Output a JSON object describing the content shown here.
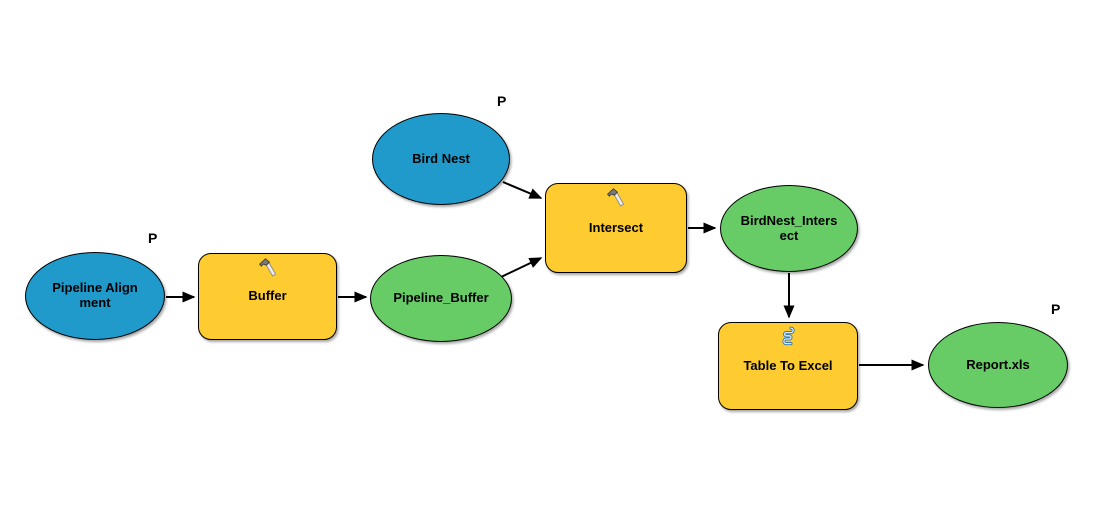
{
  "diagram": {
    "kind": "modelbuilder-workflow",
    "colors": {
      "input_data_fill": "#1F9ACA",
      "derived_data_fill": "#67CB66",
      "tool_fill": "#FECB31",
      "outline": "#000000",
      "edge": "#000000",
      "background": "#FFFFFF"
    },
    "nodes": [
      {
        "id": "pipeline-alignment",
        "type": "input-data-variable",
        "shape": "ellipse",
        "label": "Pipeline Alignment",
        "parameter": "P"
      },
      {
        "id": "buffer",
        "type": "tool",
        "shape": "rounded-rect",
        "label": "Buffer",
        "icon": "hammer-icon"
      },
      {
        "id": "pipeline-buffer",
        "type": "derived-data-variable",
        "shape": "ellipse",
        "label": "Pipeline_Buffer"
      },
      {
        "id": "bird-nest",
        "type": "input-data-variable",
        "shape": "ellipse",
        "label": "Bird Nest",
        "parameter": "P"
      },
      {
        "id": "intersect",
        "type": "tool",
        "shape": "rounded-rect",
        "label": "Intersect",
        "icon": "hammer-icon"
      },
      {
        "id": "birdnest-intersect",
        "type": "derived-data-variable",
        "shape": "ellipse",
        "label": "BirdNest_Intersect"
      },
      {
        "id": "table-to-excel",
        "type": "tool",
        "shape": "rounded-rect",
        "label": "Table To Excel",
        "icon": "script-icon"
      },
      {
        "id": "report-xls",
        "type": "derived-data-variable",
        "shape": "ellipse",
        "label": "Report.xls",
        "parameter": "P"
      }
    ],
    "edges": [
      {
        "from": "pipeline-alignment",
        "to": "buffer"
      },
      {
        "from": "buffer",
        "to": "pipeline-buffer"
      },
      {
        "from": "bird-nest",
        "to": "intersect"
      },
      {
        "from": "pipeline-buffer",
        "to": "intersect"
      },
      {
        "from": "intersect",
        "to": "birdnest-intersect"
      },
      {
        "from": "birdnest-intersect",
        "to": "table-to-excel"
      },
      {
        "from": "table-to-excel",
        "to": "report-xls"
      }
    ]
  }
}
